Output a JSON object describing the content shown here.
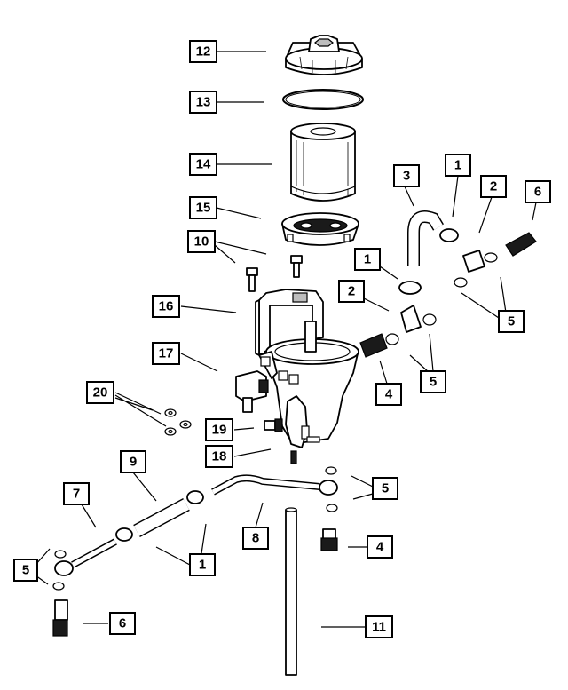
{
  "callouts": [
    {
      "id": "c12",
      "label": "12"
    },
    {
      "id": "c13",
      "label": "13"
    },
    {
      "id": "c14",
      "label": "14"
    },
    {
      "id": "c15",
      "label": "15"
    },
    {
      "id": "c10",
      "label": "10"
    },
    {
      "id": "c16",
      "label": "16"
    },
    {
      "id": "c17",
      "label": "17"
    },
    {
      "id": "c20",
      "label": "20"
    },
    {
      "id": "c19",
      "label": "19"
    },
    {
      "id": "c18",
      "label": "18"
    },
    {
      "id": "c9",
      "label": "9"
    },
    {
      "id": "c7",
      "label": "7"
    },
    {
      "id": "c5a",
      "label": "5"
    },
    {
      "id": "c6a",
      "label": "6"
    },
    {
      "id": "c1a",
      "label": "1"
    },
    {
      "id": "c8",
      "label": "8"
    },
    {
      "id": "c5b",
      "label": "5"
    },
    {
      "id": "c4a",
      "label": "4"
    },
    {
      "id": "c11",
      "label": "11"
    },
    {
      "id": "c3",
      "label": "3"
    },
    {
      "id": "c1b",
      "label": "1"
    },
    {
      "id": "c2a",
      "label": "2"
    },
    {
      "id": "c6b",
      "label": "6"
    },
    {
      "id": "c5c",
      "label": "5"
    },
    {
      "id": "c1c",
      "label": "1"
    },
    {
      "id": "c2b",
      "label": "2"
    },
    {
      "id": "c4b",
      "label": "4"
    },
    {
      "id": "c5d",
      "label": "5"
    }
  ]
}
